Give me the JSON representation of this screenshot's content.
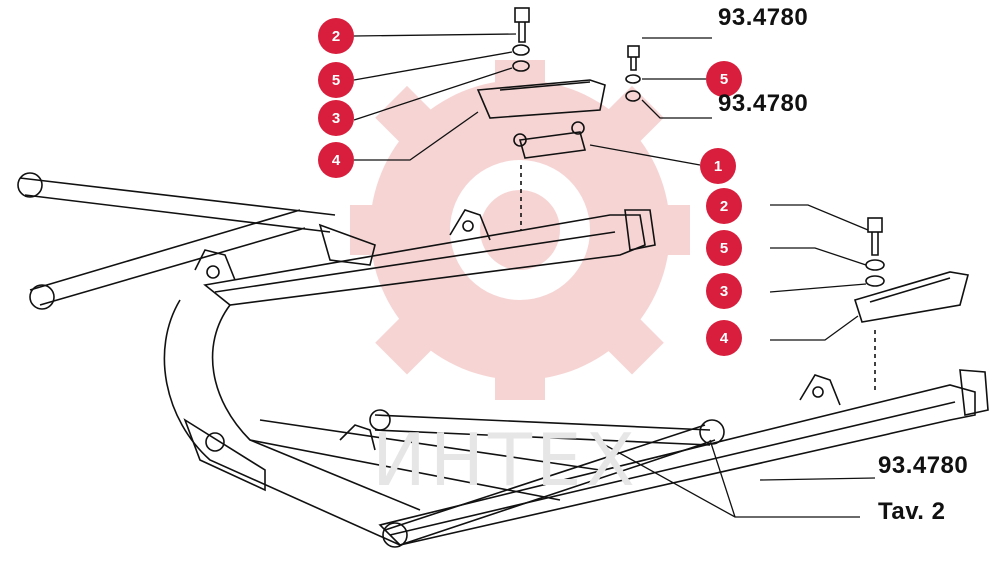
{
  "colors": {
    "badge": "#d81e3c",
    "line": "#111111",
    "watermark": "#f7d4d4"
  },
  "callouts": [
    {
      "num": "2"
    },
    {
      "num": "5"
    },
    {
      "num": "3"
    },
    {
      "num": "4"
    },
    {
      "num": "5"
    },
    {
      "num": "1"
    },
    {
      "num": "2"
    },
    {
      "num": "5"
    },
    {
      "num": "3"
    },
    {
      "num": "4"
    }
  ],
  "codes": [
    "93.4780",
    "93.4780",
    "93.4780"
  ],
  "table_ref": "Tav. 2",
  "watermark_text": "ИНТЕХ"
}
